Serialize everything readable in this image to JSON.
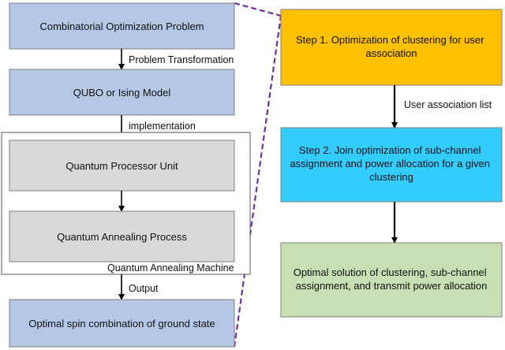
{
  "left_column": {
    "problem_box": "Combinatorial Optimization Problem",
    "transform_label": "Problem Transformation",
    "qubo_box": "QUBO or Ising Model",
    "implementation_label": "implementation",
    "machine_container_label": "Quantum Annealing Machine",
    "processor_box": "Quantum Processor Unit",
    "annealing_box": "Quantum Annealing Process",
    "output_label": "Output",
    "result_box": "Optimal spin combination of ground state"
  },
  "right_column": {
    "step1_lines": [
      "Step 1. Optimization of clustering for user",
      "association"
    ],
    "user_list_label": "User association list",
    "step2_lines": [
      "Step 2. Join optimization of sub-channel",
      "assignment and power allocation for a given",
      "clustering"
    ],
    "solution_lines": [
      "Optimal solution of clustering, sub-channel",
      "assignment, and transmit power allocation"
    ]
  },
  "colors": {
    "blue_box": "#b4c7e7",
    "gray_box": "#d9d9d9",
    "orange_box": "#ffc000",
    "cyan_box": "#33ccff",
    "green_box": "#c6e0b4",
    "dashed_line": "#7030a0"
  }
}
